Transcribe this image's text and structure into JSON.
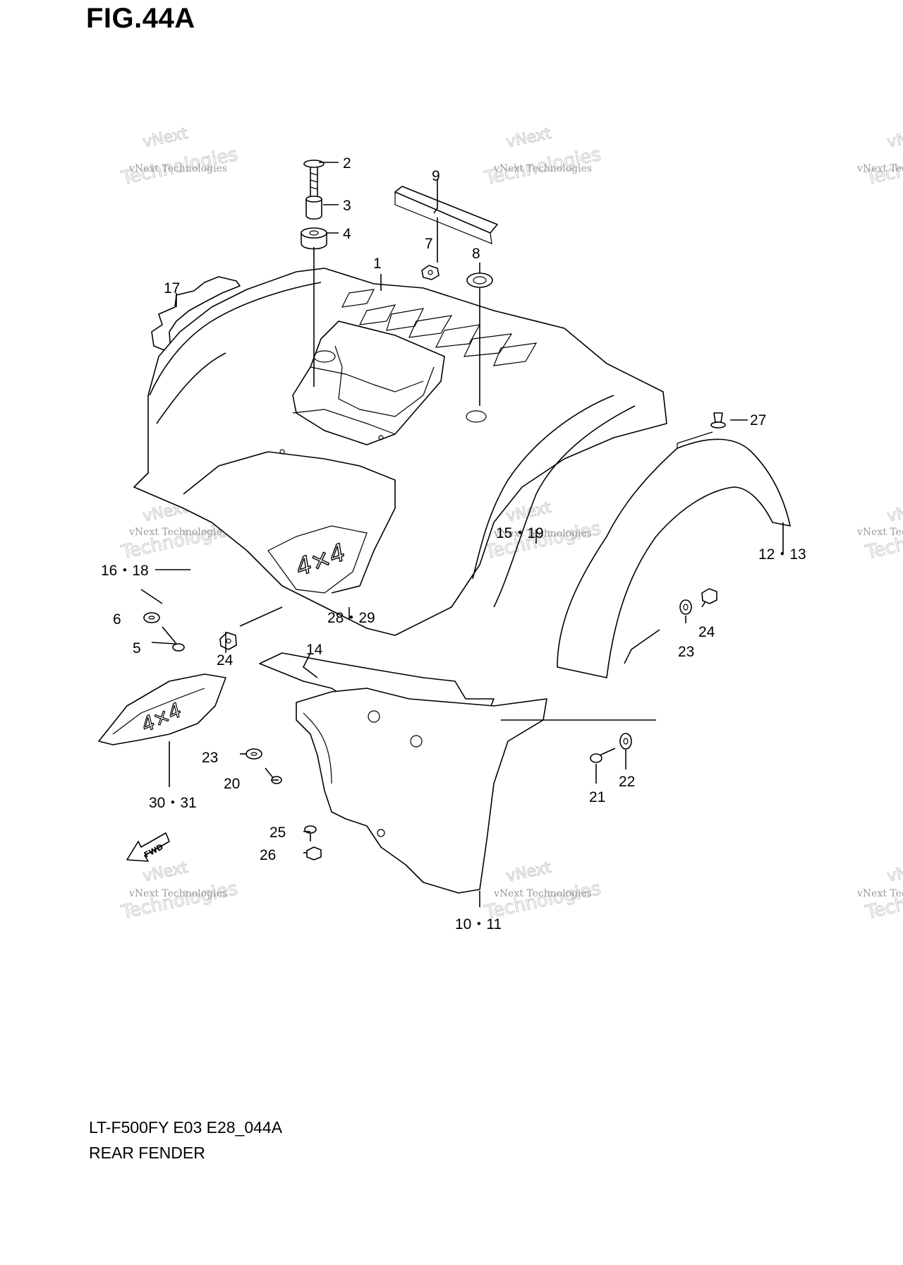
{
  "figure": {
    "title": "FIG.44A",
    "model_code": "LT-F500FY E03 E28_044A",
    "section_name": "REAR FENDER"
  },
  "callouts": {
    "c1": "1",
    "c2": "2",
    "c3": "3",
    "c4": "4",
    "c5": "5",
    "c6": "6",
    "c7": "7",
    "c8": "8",
    "c9": "9",
    "c10_11": "10・11",
    "c12_13": "12・13",
    "c14": "14",
    "c15_19": "15・19",
    "c16_18": "16・18",
    "c17": "17",
    "c20": "20",
    "c21": "21",
    "c22": "22",
    "c23a": "23",
    "c23b": "23",
    "c24a": "24",
    "c24b": "24",
    "c25": "25",
    "c26": "26",
    "c27": "27",
    "c28_29": "28・29",
    "c30_31": "30・31"
  },
  "decals": {
    "text_4x4": "4×4",
    "fwd": "FWD"
  },
  "watermark": {
    "line1": "vNext",
    "line2": "vNext Technologies",
    "line3": "Technologies"
  }
}
